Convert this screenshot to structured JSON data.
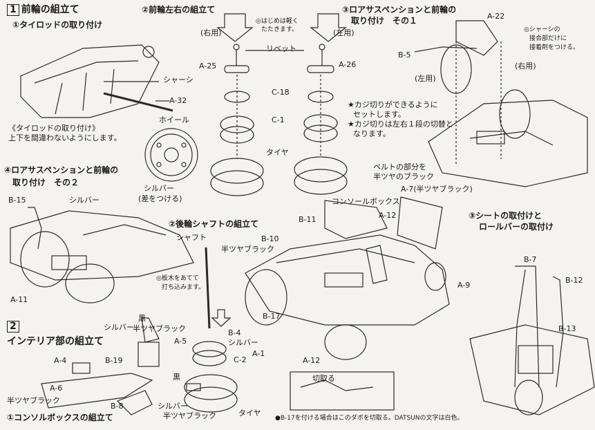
{
  "section1": {
    "number": "1",
    "title": "前輪の組立て",
    "steps": {
      "s1": "①タイロッドの取り付け",
      "s2": "②前輪左右の組立て",
      "s3": "③ロアサスペンションと前輪の",
      "s3b": "取り付け　その１",
      "s4": "④ロアサスペンションと前輪の",
      "s4b": "取り付け　その２"
    }
  },
  "tierod": {
    "chassis": "シャーシ",
    "part": "A-32",
    "note_title": "《タイロッドの取り付け》",
    "note_body": "上下を間違わないようにします。"
  },
  "wheel": {
    "label": "ホイール",
    "silver": "シルバー",
    "silver_note": "(差をつける)"
  },
  "front_wheel": {
    "right": "(右用)",
    "left": "(左用)",
    "tap_note_1": "◎はじめは軽く",
    "tap_note_2": "たたきます。",
    "rivet": "リベット",
    "a25": "A-25",
    "a26": "A-26",
    "c18": "C-18",
    "c1": "C-1",
    "tire": "タイヤ",
    "steer_note_1": "★カジ切りができるように",
    "steer_note_2": "セットします。",
    "steer_note_3": "★カジ切りは左右１段の切替と",
    "steer_note_4": "なります。",
    "belt_1": "ベルトの部分を",
    "belt_2": "半ツヤのブラック"
  },
  "suspension1": {
    "a22": "A-22",
    "b5": "B-5",
    "left": "(左用)",
    "right": "(右用)",
    "glue_1": "◎シャーシの",
    "glue_2": "接合部だけに",
    "glue_3": "接着剤をつける。",
    "a7": "A-7(半ツヤブラック)"
  },
  "suspension2": {
    "b15": "B-15",
    "silver": "シルバー",
    "a11": "A-11"
  },
  "rear_shaft": {
    "title": "②後輪シャフトの組立て",
    "shaft": "シャフト",
    "hammer_1": "◎板木をあてて",
    "hammer_2": "打ち込みます。",
    "b4": "B-4",
    "silver": "シルバー",
    "c2": "C-2",
    "tire": "タイヤ"
  },
  "interior_car": {
    "console": "コンソールボックス",
    "b11": "B-11",
    "a12": "A-12",
    "b10": "B-10",
    "semi_gloss": "半ツヤブラック",
    "a9": "A-9",
    "b17": "B-17",
    "a1": "A-1",
    "a12b": "A-12",
    "cut": "切取る"
  },
  "seat": {
    "title_1": "③シートの取付けと",
    "title_2": "ロールバーの取付け",
    "b7": "B-7",
    "b12": "B-12",
    "b13": "B-13"
  },
  "section2": {
    "number": "2",
    "title": "インテリア部の組立て",
    "step1": "①コンソルボックスの組立て",
    "silver": "シルバー",
    "black": "黒",
    "semi_black": "半ツヤブラック",
    "a5": "A-5",
    "a4": "A-4",
    "b19": "B-19",
    "a6": "A-6",
    "semi_black2": "半ツヤブラック",
    "black2": "黒",
    "b8": "B-8",
    "silver2": "シルバー",
    "semi_black3": "半ツヤブラック"
  },
  "footnote": "●B-17を付ける場合はこのダボを切取る。DATSUNの文字は白色。"
}
